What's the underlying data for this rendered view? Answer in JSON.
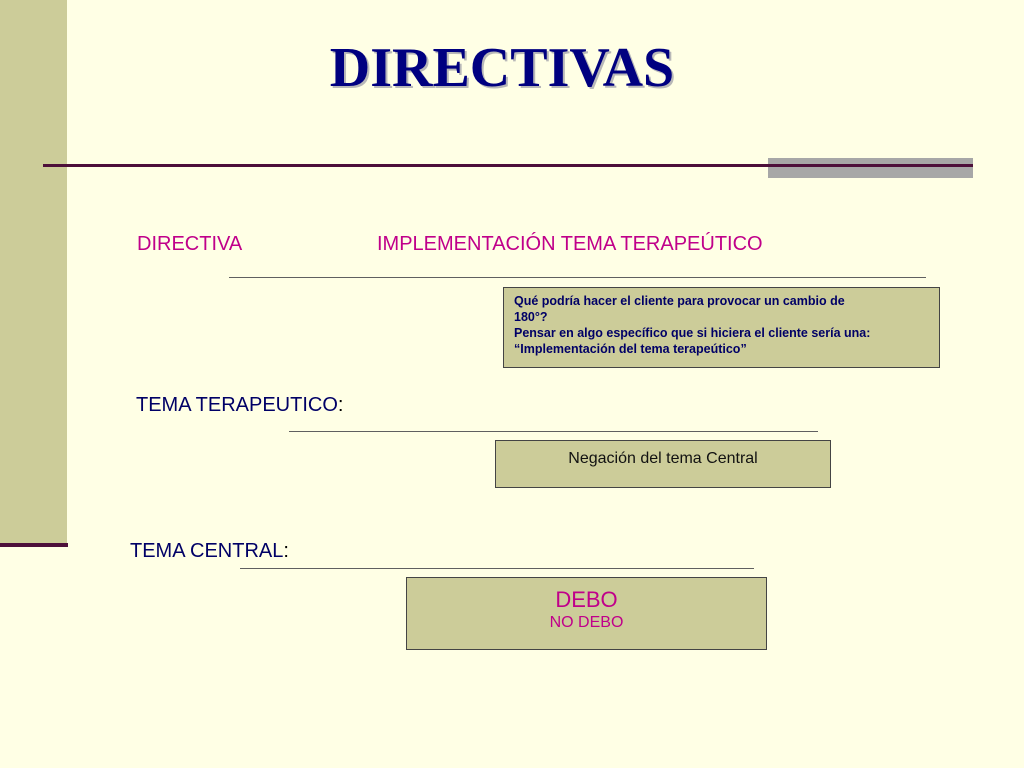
{
  "slide": {
    "title": "DIRECTIVAS",
    "directiva": {
      "label": "DIRECTIVA",
      "value": "IMPLEMENTACIÓN TEMA TERAPEÚTICO"
    },
    "note_box": {
      "lines": [
        "Qué podría hacer el cliente para provocar un cambio de",
        "180°?",
        "Pensar en algo específico que si hiciera el cliente sería una:",
        "“Implementación del tema terapeútico”"
      ]
    },
    "tema_terapeutico": {
      "label": "TEMA TERAPEUTICO",
      "colon": ":",
      "box_text": "Negación del tema Central"
    },
    "tema_central": {
      "label": "TEMA CENTRAL",
      "colon": ":",
      "box_main": "DEBO",
      "box_sub": "NO DEBO"
    }
  },
  "colors": {
    "background": "#ffffe5",
    "sidebar": "#cccc99",
    "title": "#000080",
    "accent_pink": "#c0008a",
    "rule": "#4d0f3a",
    "box_fill": "#cccc99"
  }
}
